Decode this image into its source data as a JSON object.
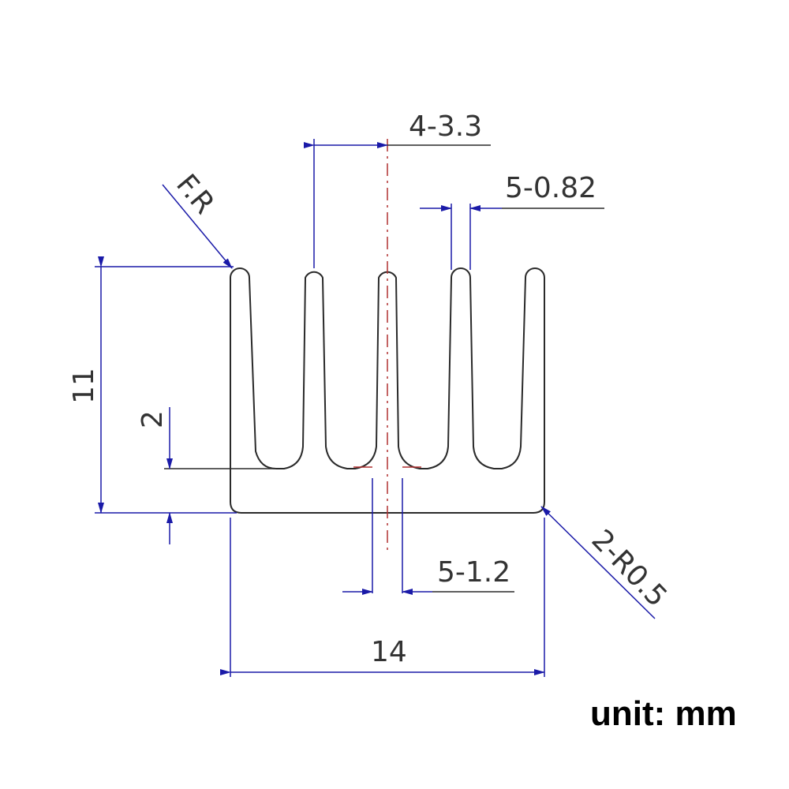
{
  "title": "",
  "colors": {
    "outline": "#2a2a2a",
    "dimension": "#1a1aa8",
    "centerline": "#b03030",
    "text": "#333333"
  },
  "dimensions": {
    "fin_pitch": "4-3.3",
    "fin_tip_width": "5-0.82",
    "fillet": "F.R",
    "height": "11",
    "base_thickness": "2",
    "fin_root_width": "5-1.2",
    "corner_radius": "2-R0.5",
    "width": "14"
  },
  "unit_label": "unit: mm"
}
